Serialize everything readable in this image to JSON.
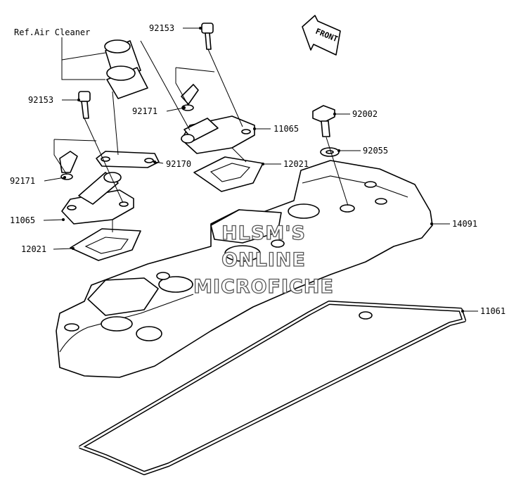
{
  "reference_label": "Ref.Air Cleaner",
  "front_label": "FRONT",
  "watermark": [
    "HLSM'S",
    "ONLINE",
    "MICROFICHE"
  ],
  "callouts": {
    "c92153_top": "92153",
    "c92153_left": "92153",
    "c92171_upper": "92171",
    "c92171_lower": "92171",
    "c11065_right": "11065",
    "c11065_left": "11065",
    "c92002": "92002",
    "c92055": "92055",
    "c92170": "92170",
    "c12021_right": "12021",
    "c12021_left": "12021",
    "c14091": "14091",
    "c11061": "11061"
  }
}
